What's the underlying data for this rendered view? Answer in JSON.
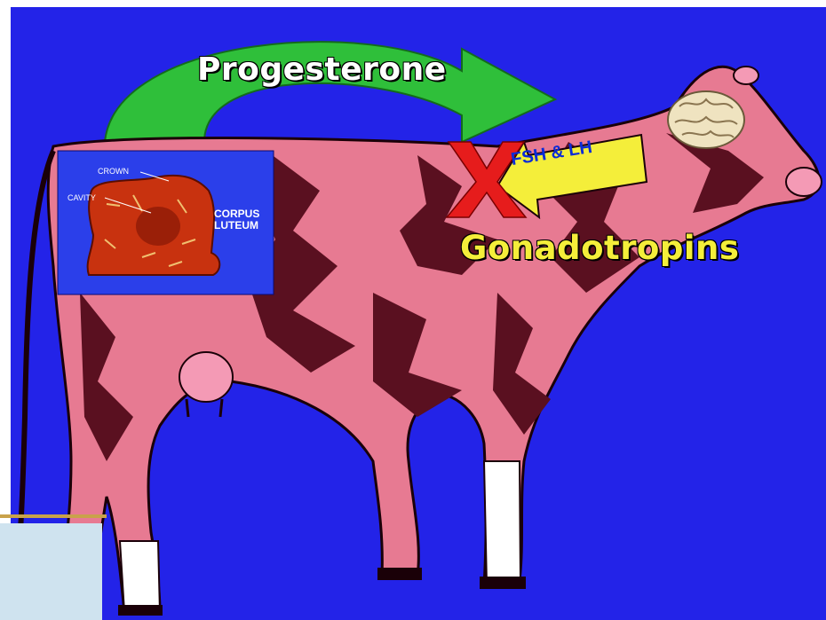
{
  "colors": {
    "background": "#2323e8",
    "arrow_green": "#2fbf3a",
    "hormone_arrow_yellow": "#f4ee3a",
    "block_x_red": "#e61c1c",
    "cow_pink": "#e77a92",
    "cow_dark": "#5a1020",
    "inset_blue": "#2b3fea"
  },
  "icons": {
    "brain": "brain-icon",
    "block": "x-mark-icon",
    "cow": "cow-silhouette"
  },
  "labels": {
    "progesterone": "Progesterone",
    "hormones": "FSH & LH",
    "gonadotropins": "Gonadotropins",
    "block_mark": "X"
  },
  "inset": {
    "crown": "CROWN",
    "cavity": "CAVITY",
    "corpus_luteum_line1": "CORPUS",
    "corpus_luteum_line2": "LUTEUM"
  }
}
